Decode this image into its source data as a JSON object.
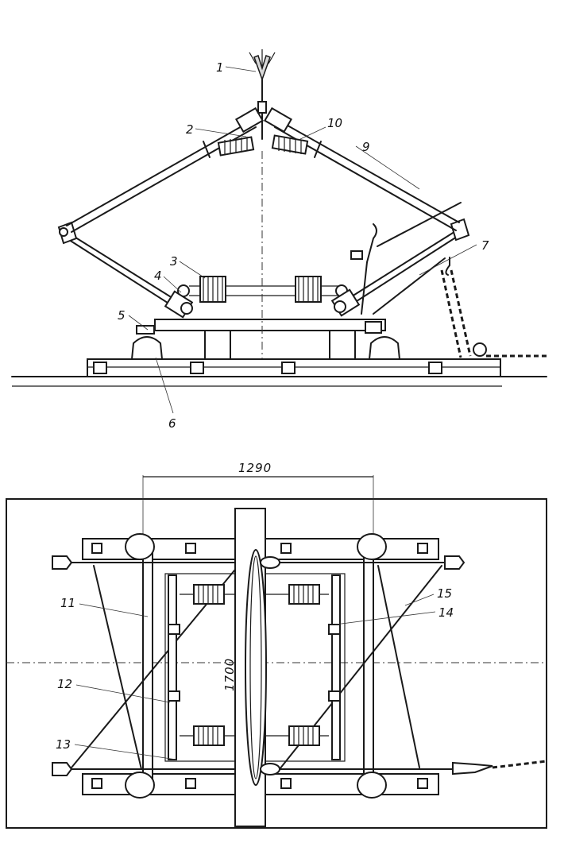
{
  "callouts": {
    "c1": "1",
    "c2": "2",
    "c3": "3",
    "c4": "4",
    "c5": "5",
    "c6": "6",
    "c7": "7",
    "c9": "9",
    "c10": "10",
    "c11": "11",
    "c12": "12",
    "c13": "13",
    "c14": "14",
    "c15": "15"
  },
  "dimensions": {
    "width": "1290",
    "length": "1700"
  }
}
